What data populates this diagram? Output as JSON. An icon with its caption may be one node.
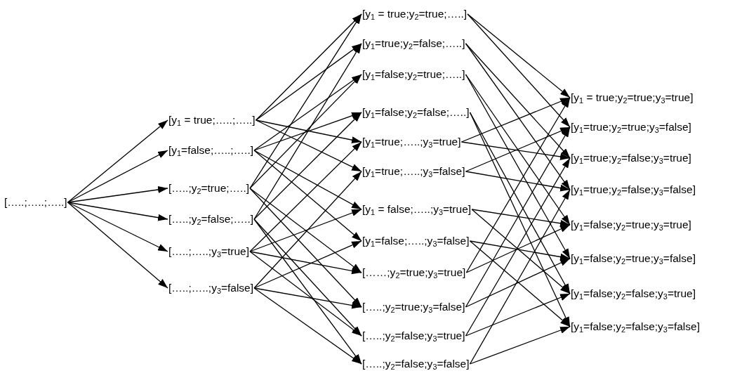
{
  "diagram": {
    "nodes": [
      {
        "text": [
          "[…..;…..;…..]"
        ]
      },
      {
        "text": [
          "[y$_{1}$ = true;…..;…..]"
        ]
      },
      {
        "text": [
          "[y$_{1}$=false;…..;…..]"
        ]
      },
      {
        "text": [
          "[…..;y$_{2}$=true;…..]"
        ]
      },
      {
        "text": [
          "[…..;y$_{2}$=false;…..]"
        ]
      },
      {
        "text": [
          "[…..;…..;y$_{3}$=true]"
        ]
      },
      {
        "text": [
          "[…..;…..;y$_{3}$=false]"
        ]
      },
      {
        "text": [
          "[y$_{1}$ = true;y$_{2}$=true;…..]"
        ]
      },
      {
        "text": [
          "[y$_{1}$=true;y$_{2}$=false;…..]"
        ]
      },
      {
        "text": [
          "[y$_{1}$=false;y$_{2}$=true;…..]"
        ]
      },
      {
        "text": [
          "[y$_{1}$=false;y$_{2}$=false;…..]"
        ]
      },
      {
        "text": [
          "[y$_{1}$=true;…..;y$_{3}$=true]"
        ]
      },
      {
        "text": [
          "[y$_{1}$=true;…..;y$_{3}$=false]"
        ]
      },
      {
        "text": [
          "[y$_{1}$ = false;…..;y$_{3}$=true]"
        ]
      },
      {
        "text": [
          "[y$_{1}$=false;…..;y$_{3}$=false]"
        ]
      },
      {
        "text": [
          "[……;y$_{2}$=true;y$_{3}$=true]"
        ]
      },
      {
        "text": [
          "[…..;y$_{2}$=true;y$_{3}$=false]"
        ]
      },
      {
        "text": [
          "[…..;y$_{2}$=false;y$_{3}$=true]"
        ]
      },
      {
        "text": [
          "[…..;y$_{2}$=false;y$_{3}$=false]"
        ]
      },
      {
        "text": [
          "[y$_{1}$ = true;y$_{2}$=true;y$_{3}$=true]"
        ]
      },
      {
        "text": [
          "[y$_{1}$=true;y$_{2}$=true;y$_{3}$=false]"
        ]
      },
      {
        "text": [
          "[y$_{1}$=true;y$_{2}$=false;y$_{3}$=true]"
        ]
      },
      {
        "text": [
          "[y$_{1}$=true;y$_{2}$=false;y$_{3}$=false]"
        ]
      },
      {
        "text": [
          "[y$_{1}$=false;y$_{2}$=true;y$_{3}$=true]"
        ]
      },
      {
        "text": [
          "[y$_{1}$=false;y$_{2}$=true;y$_{3}$=false]"
        ]
      },
      {
        "text": [
          "[y$_{1}$=false;y$_{2}$=false;y$_{3}$=true]"
        ]
      },
      {
        "text": [
          "[y$_{1}$=false;y$_{2}$=false;y$_{3}$=false]"
        ]
      }
    ],
    "edges": [
      {
        "from": 0,
        "to": 1,
        "arrow": "to"
      },
      {
        "from": 0,
        "to": 2,
        "arrow": "to"
      },
      {
        "from": 0,
        "to": 3,
        "arrow": "to"
      },
      {
        "from": 0,
        "to": 4,
        "arrow": "to"
      },
      {
        "from": 0,
        "to": 5,
        "arrow": "to"
      },
      {
        "from": 0,
        "to": 6,
        "arrow": "to"
      },
      {
        "from": 1,
        "to": 7,
        "arrow": "to"
      },
      {
        "from": 1,
        "to": 8,
        "arrow": "to"
      },
      {
        "from": 1,
        "to": 11,
        "arrow": "to"
      },
      {
        "from": 1,
        "to": 12,
        "arrow": "to"
      },
      {
        "from": 2,
        "to": 9,
        "arrow": "to"
      },
      {
        "from": 2,
        "to": 10,
        "arrow": "to"
      },
      {
        "from": 2,
        "to": 13,
        "arrow": "to"
      },
      {
        "from": 2,
        "to": 14,
        "arrow": "to"
      },
      {
        "from": 3,
        "to": 7,
        "arrow": "to"
      },
      {
        "from": 3,
        "to": 9,
        "arrow": "to"
      },
      {
        "from": 3,
        "to": 15,
        "arrow": "to"
      },
      {
        "from": 3,
        "to": 16,
        "arrow": "to"
      },
      {
        "from": 4,
        "to": 8,
        "arrow": "to"
      },
      {
        "from": 4,
        "to": 10,
        "arrow": "to"
      },
      {
        "from": 4,
        "to": 17,
        "arrow": "to"
      },
      {
        "from": 4,
        "to": 18,
        "arrow": "to"
      },
      {
        "from": 5,
        "to": 11,
        "arrow": "to"
      },
      {
        "from": 5,
        "to": 13,
        "arrow": "to"
      },
      {
        "from": 5,
        "to": 15,
        "arrow": "to"
      },
      {
        "from": 5,
        "to": 17,
        "arrow": "to"
      },
      {
        "from": 6,
        "to": 12,
        "arrow": "to"
      },
      {
        "from": 6,
        "to": 14,
        "arrow": "to"
      },
      {
        "from": 6,
        "to": 16,
        "arrow": "to"
      },
      {
        "from": 6,
        "to": 18,
        "arrow": "to"
      },
      {
        "from": 7,
        "to": 19,
        "arrow": "to"
      },
      {
        "from": 7,
        "to": 20,
        "arrow": "to"
      },
      {
        "from": 8,
        "to": 21,
        "arrow": "to"
      },
      {
        "from": 8,
        "to": 22,
        "arrow": "to"
      },
      {
        "from": 9,
        "to": 23,
        "arrow": "to"
      },
      {
        "from": 9,
        "to": 24,
        "arrow": "to"
      },
      {
        "from": 10,
        "to": 25,
        "arrow": "to"
      },
      {
        "from": 10,
        "to": 26,
        "arrow": "to"
      },
      {
        "from": 11,
        "to": 19,
        "arrow": "to"
      },
      {
        "from": 11,
        "to": 21,
        "arrow": "to"
      },
      {
        "from": 12,
        "to": 20,
        "arrow": "to"
      },
      {
        "from": 12,
        "to": 22,
        "arrow": "to"
      },
      {
        "from": 13,
        "to": 23,
        "arrow": "to"
      },
      {
        "from": 13,
        "to": 25,
        "arrow": "to"
      },
      {
        "from": 14,
        "to": 24,
        "arrow": "to"
      },
      {
        "from": 14,
        "to": 26,
        "arrow": "to"
      },
      {
        "from": 15,
        "to": 19,
        "arrow": "to"
      },
      {
        "from": 15,
        "to": 23,
        "arrow": "to"
      },
      {
        "from": 16,
        "to": 20,
        "arrow": "to"
      },
      {
        "from": 16,
        "to": 24,
        "arrow": "to"
      },
      {
        "from": 17,
        "to": 21,
        "arrow": "to"
      },
      {
        "from": 17,
        "to": 25,
        "arrow": "to"
      },
      {
        "from": 18,
        "to": 22,
        "arrow": "to"
      },
      {
        "from": 18,
        "to": 26,
        "arrow": "to"
      }
    ]
  }
}
